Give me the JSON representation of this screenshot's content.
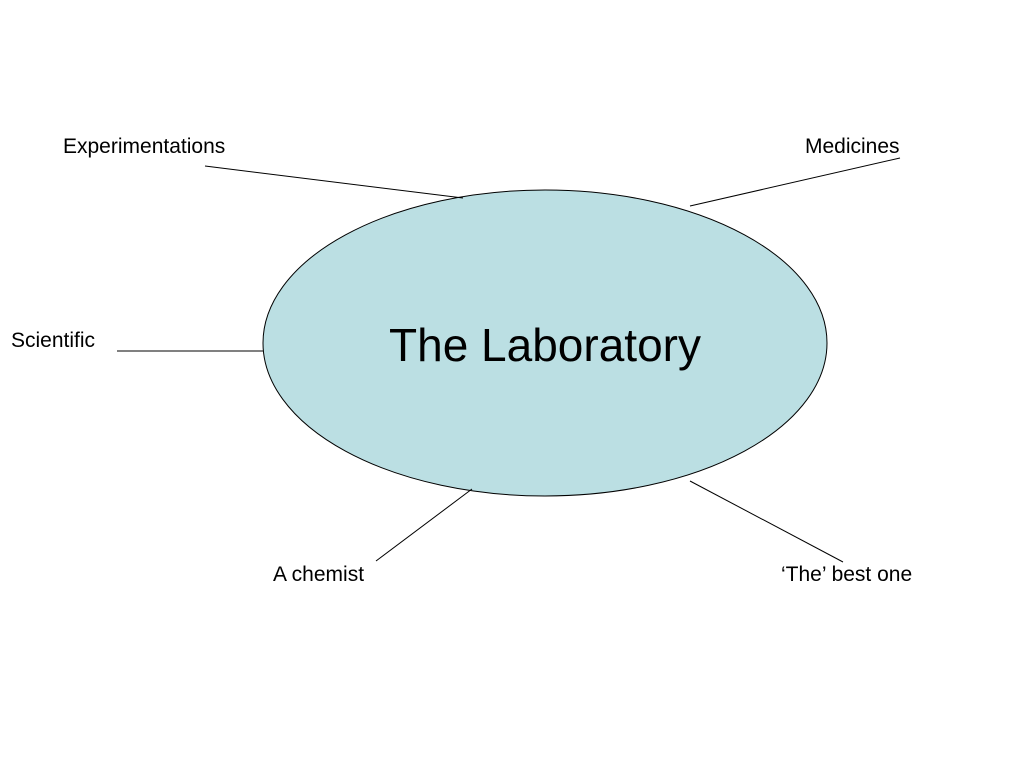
{
  "slide": {
    "center": {
      "text": "The Laboratory",
      "fill_color": "#bbdfe3",
      "stroke_color": "#000000"
    },
    "labels": {
      "experimentations": "Experimentations",
      "medicines": "Medicines",
      "scientific": "Scientific",
      "a_chemist": "A chemist",
      "best_one": "‘The’ best one"
    }
  }
}
